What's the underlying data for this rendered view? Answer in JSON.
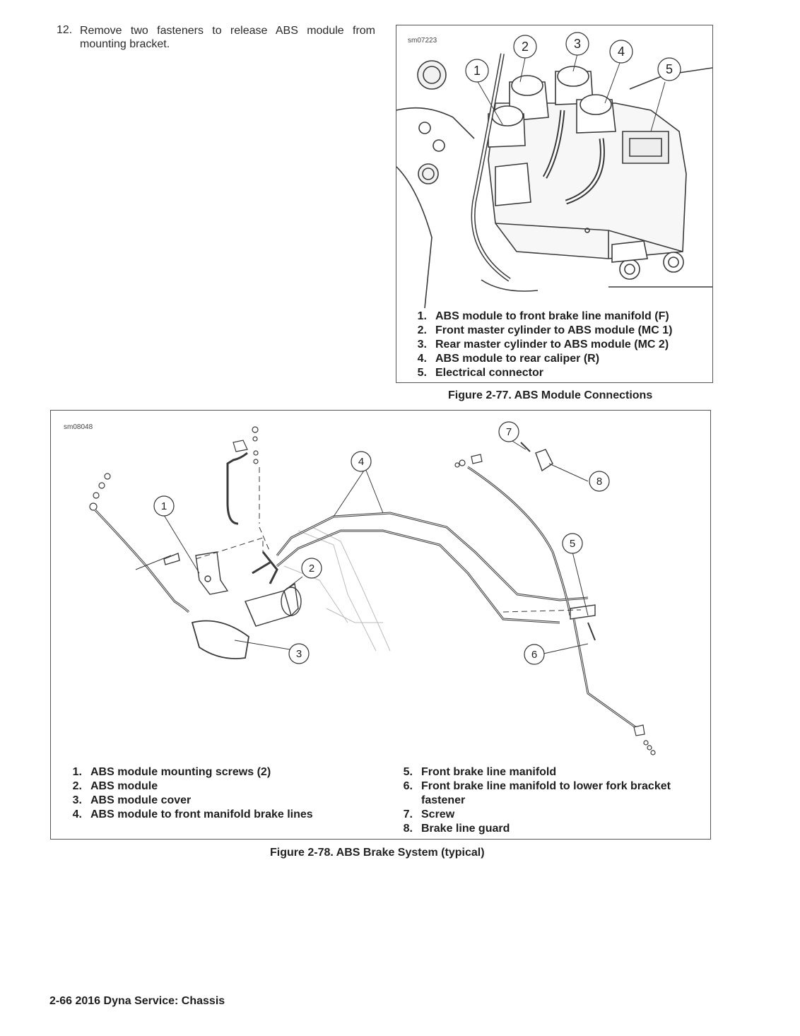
{
  "step": {
    "number": "12.",
    "text": "Remove two fasteners to release ABS module from mounting bracket."
  },
  "figure77": {
    "id": "sm07223",
    "callouts": [
      "1",
      "2",
      "3",
      "4",
      "5"
    ],
    "legend": [
      {
        "n": "1.",
        "t": "ABS module to front brake line manifold (F)"
      },
      {
        "n": "2.",
        "t": "Front master cylinder to ABS module (MC 1)"
      },
      {
        "n": "3.",
        "t": "Rear master cylinder to ABS module (MC 2)"
      },
      {
        "n": "4.",
        "t": "ABS module to rear caliper (R)"
      },
      {
        "n": "5.",
        "t": "Electrical connector"
      }
    ],
    "caption": "Figure 2-77. ABS Module Connections"
  },
  "figure78": {
    "id": "sm08048",
    "callouts": [
      "1",
      "2",
      "3",
      "4",
      "5",
      "6",
      "7",
      "8"
    ],
    "legend_left": [
      {
        "n": "1.",
        "t": "ABS module mounting screws (2)"
      },
      {
        "n": "2.",
        "t": "ABS module"
      },
      {
        "n": "3.",
        "t": "ABS module cover"
      },
      {
        "n": "4.",
        "t": "ABS module to front manifold brake lines"
      }
    ],
    "legend_right": [
      {
        "n": "5.",
        "t": "Front brake line manifold"
      },
      {
        "n": "6.",
        "t": "Front brake line manifold to lower fork bracket fastener"
      },
      {
        "n": "7.",
        "t": "Screw"
      },
      {
        "n": "8.",
        "t": "Brake line guard"
      }
    ],
    "caption": "Figure 2-78. ABS Brake System (typical)"
  },
  "footer": {
    "text": "2-66  2016 Dyna Service:  Chassis"
  }
}
